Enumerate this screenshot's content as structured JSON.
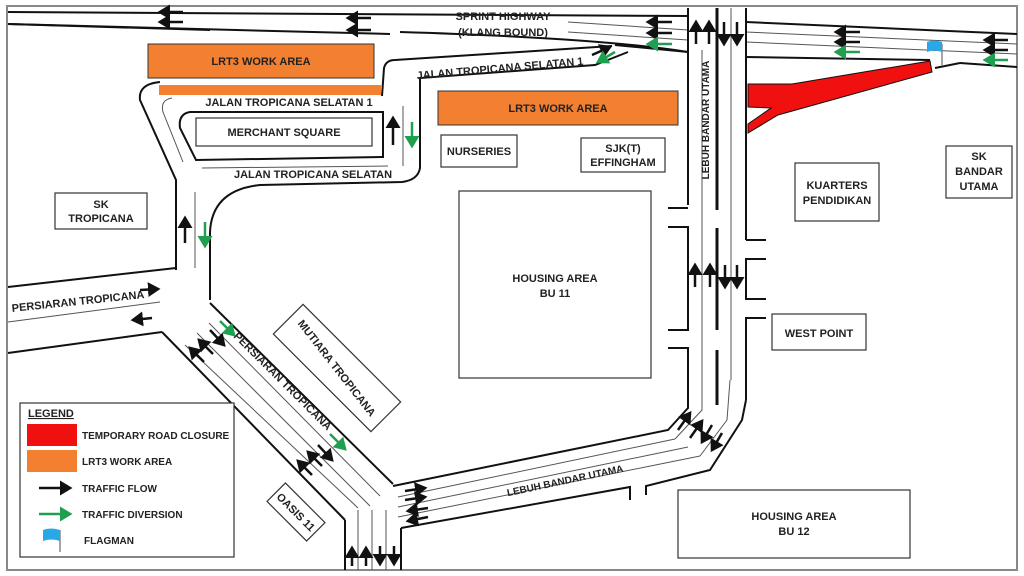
{
  "map": {
    "colors": {
      "road_closure": "#f01010",
      "work_area": "#f28030",
      "traffic_flow": "#111111",
      "traffic_diversion": "#1fa050",
      "flagman": "#28a8e8"
    },
    "roads": {
      "sprint_highway_line1": "SPRINT HIGHWAY",
      "sprint_highway_line2": "(KLANG BOUND)",
      "jalan_tropicana_selatan_1_top": "JALAN TROPICANA SELATAN 1",
      "jalan_tropicana_selatan_1_inner": "JALAN TROPICANA SELATAN 1",
      "jalan_tropicana_selatan": "JALAN TROPICANA SELATAN",
      "persiaran_tropicana_west": "PERSIARAN TROPICANA",
      "persiaran_tropicana_diagonal": "PERSIARAN TROPICANA",
      "lebuh_bandar_utama_vertical": "LEBUH BANDAR UTAMA",
      "lebuh_bandar_utama_diagonal": "LEBUH BANDAR UTAMA"
    },
    "work_areas": {
      "west": "LRT3 WORK AREA",
      "center": "LRT3 WORK AREA"
    },
    "places": {
      "merchant_square": "MERCHANT SQUARE",
      "nurseries": "NURSERIES",
      "sjkt_line1": "SJK(T)",
      "sjkt_line2": "EFFINGHAM",
      "sk_tropicana_line1": "SK",
      "sk_tropicana_line2": "TROPICANA",
      "housing_bu11_line1": "HOUSING AREA",
      "housing_bu11_line2": "BU 11",
      "kuarters_line1": "KUARTERS",
      "kuarters_line2": "PENDIDIKAN",
      "sk_bandar_utama_line1": "SK",
      "sk_bandar_utama_line2": "BANDAR",
      "sk_bandar_utama_line3": "UTAMA",
      "west_point": "WEST POINT",
      "mutiara_tropicana": "MUTIARA TROPICANA",
      "oasis_11": "OASIS 11",
      "housing_bu12_line1": "HOUSING AREA",
      "housing_bu12_line2": "BU 12"
    }
  },
  "legend": {
    "title": "LEGEND",
    "items": [
      {
        "label": "TEMPORARY ROAD CLOSURE",
        "symbol": "red-swatch"
      },
      {
        "label": "LRT3 WORK AREA",
        "symbol": "orange-swatch"
      },
      {
        "label": "TRAFFIC FLOW",
        "symbol": "black-arrow"
      },
      {
        "label": "TRAFFIC DIVERSION",
        "symbol": "green-arrow"
      },
      {
        "label": "FLAGMAN",
        "symbol": "blue-flag"
      }
    ]
  }
}
